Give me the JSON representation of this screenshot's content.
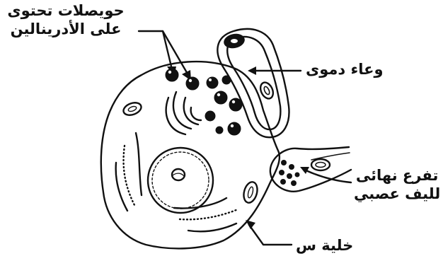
{
  "labels": {
    "vesicles_line1": "حويصلات تحتوى",
    "vesicles_line2": "على الأدرينالين",
    "blood_vessel": "وعاء دموى",
    "nerve_line1": "تفرع نهائى",
    "nerve_line2": "لليف عصبي",
    "cell_x": "خلية س"
  },
  "colors": {
    "ink": "#111111",
    "background": "#ffffff"
  }
}
